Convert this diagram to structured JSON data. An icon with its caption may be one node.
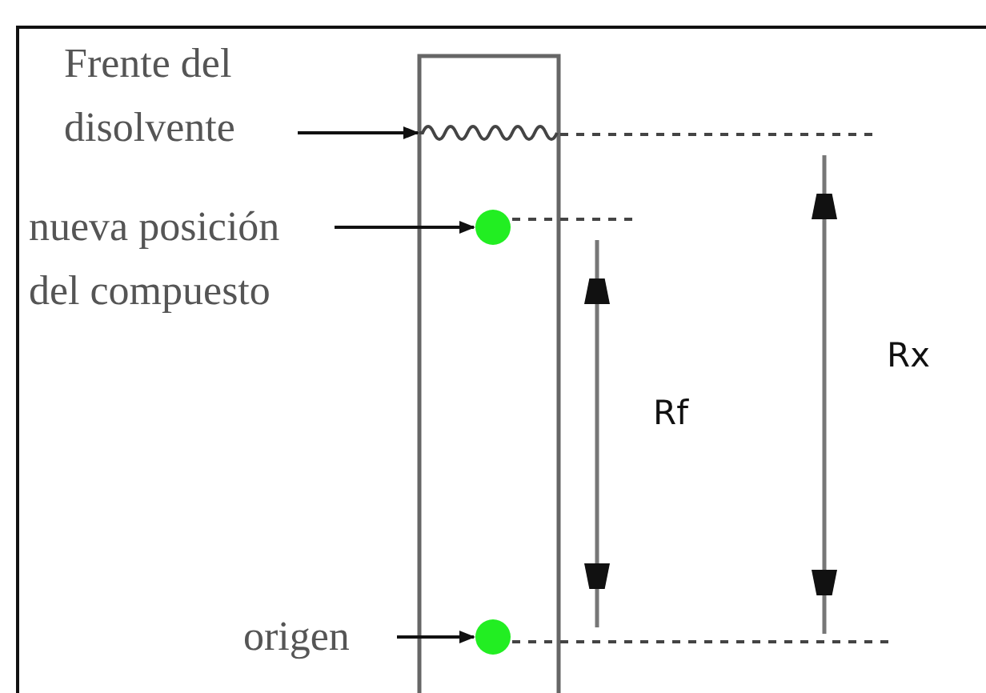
{
  "diagram": {
    "nodes": [
      {
        "text": [
          "Frente del disolvente"
        ]
      },
      {
        "text": [],
        "shape": "line"
      },
      {
        "text": [
          "nueva posición del compuesto"
        ]
      },
      {
        "text": [],
        "shape": "circle"
      },
      {
        "text": [
          "origen"
        ]
      },
      {
        "text": [],
        "shape": "circle"
      }
    ],
    "edges": [
      {
        "from": 0,
        "to": 1,
        "arrow": "to"
      },
      {
        "from": 2,
        "to": 3,
        "arrow": "to"
      },
      {
        "from": 4,
        "to": 5,
        "arrow": "to"
      }
    ],
    "labels": [
      "Rf",
      "Rx"
    ]
  }
}
